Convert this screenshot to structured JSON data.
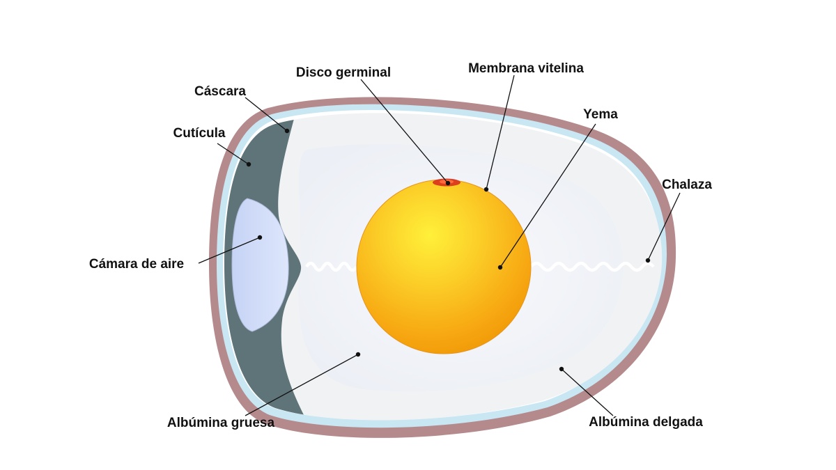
{
  "labels": {
    "cascara": "Cáscara",
    "cuticula": "Cutícula",
    "disco_germinal": "Disco germinal",
    "membrana_vitelina": "Membrana vitelina",
    "yema": "Yema",
    "chalaza": "Chalaza",
    "camara_de_aire": "Cámara de aire",
    "albumina_gruesa": "Albúmina gruesa",
    "albumina_delgada": "Albúmina delgada"
  },
  "colors": {
    "shell": "#b58a8c",
    "shell_membrane": "#c9e6f3",
    "thin_albumen": "#eef0f3",
    "thick_albumen": "#f7f8fb",
    "air_cell": "#cdd9f7",
    "dark_band": "#5e7478",
    "yolk_light": "#fcd83a",
    "yolk_dark": "#f5a10e",
    "germinal_disc": "#d8301e"
  }
}
